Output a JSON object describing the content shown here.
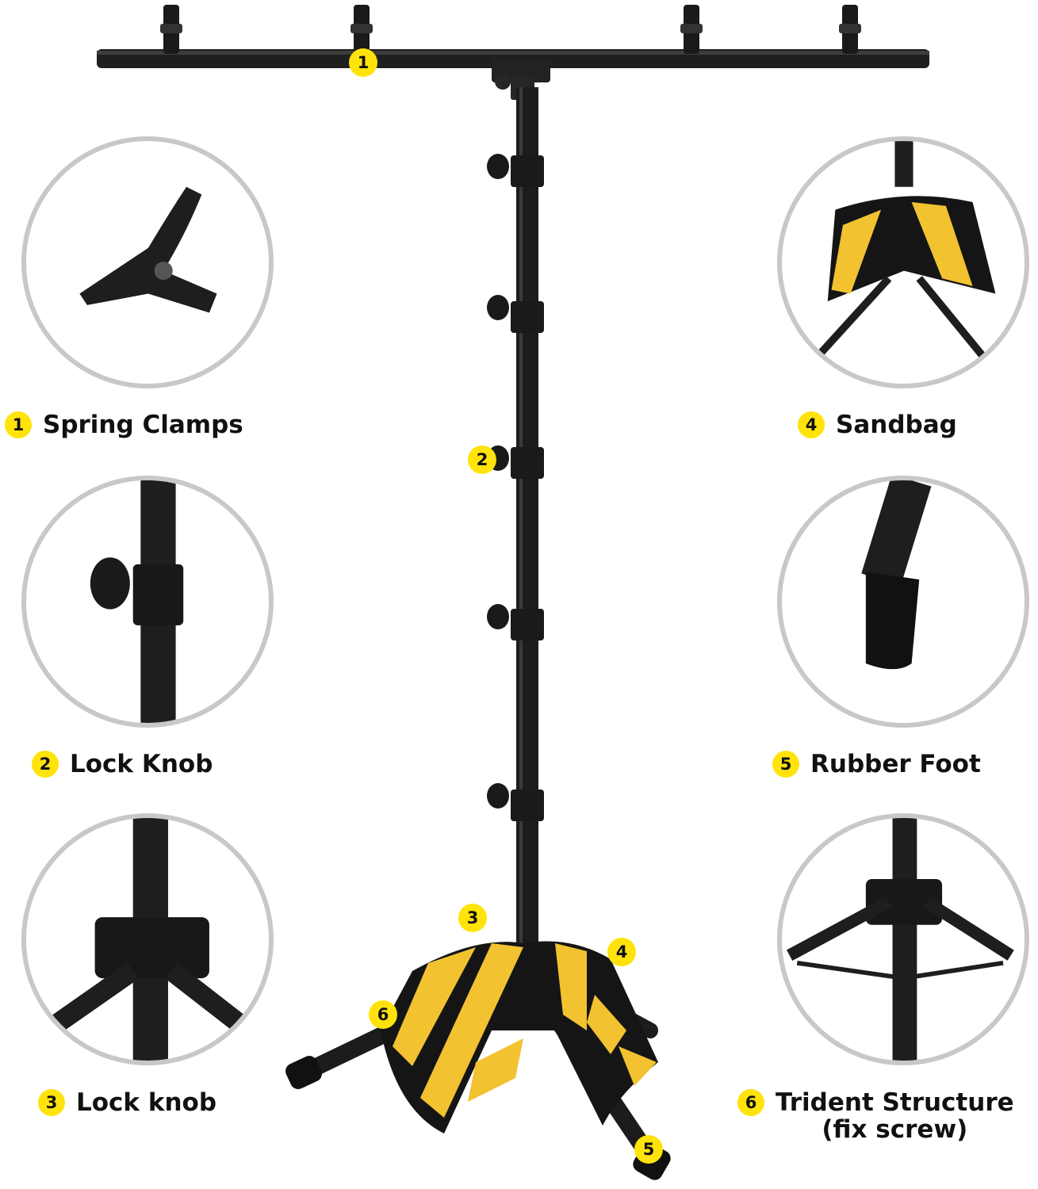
{
  "features": [
    {
      "number": "1",
      "label": "Spring Clamps"
    },
    {
      "number": "2",
      "label": "Lock Knob"
    },
    {
      "number": "3",
      "label": "Lock knob"
    },
    {
      "number": "4",
      "label": "Sandbag"
    },
    {
      "number": "5",
      "label": "Rubber Foot"
    },
    {
      "number": "6",
      "label_line1": "Trident Structure",
      "label_line2": "(fix screw)"
    }
  ],
  "callouts": [
    "1",
    "2",
    "3",
    "4",
    "5",
    "6"
  ],
  "colors": {
    "badge": "#ffe30a",
    "stand": "#1a1a1a",
    "sandbag_yellow": "#f2c230",
    "circle_border": "#c8c8c8"
  }
}
